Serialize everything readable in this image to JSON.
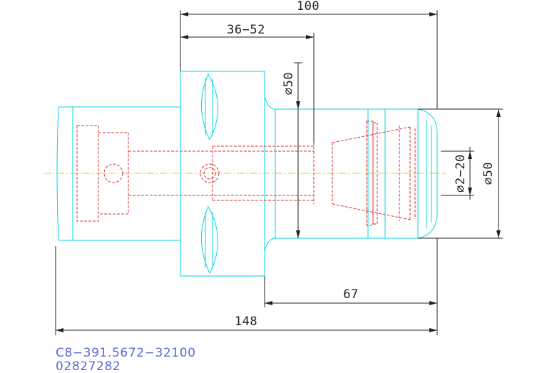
{
  "drawing": {
    "dimensions": {
      "overall_top": "100",
      "clamp_range": "36−52",
      "bore_diameter": "⌀50",
      "collet_range": "⌀2−20",
      "nose_diameter": "⌀50",
      "nose_length": "67",
      "overall_length": "148"
    },
    "part_code": "C8−391.5672−32100",
    "item_number": "02827282",
    "colors": {
      "outline": "#00d7e6",
      "hidden": "#e03030",
      "centerline": "#e6d200",
      "dimension": "#222222",
      "code_text": "#5a6ad8"
    }
  }
}
